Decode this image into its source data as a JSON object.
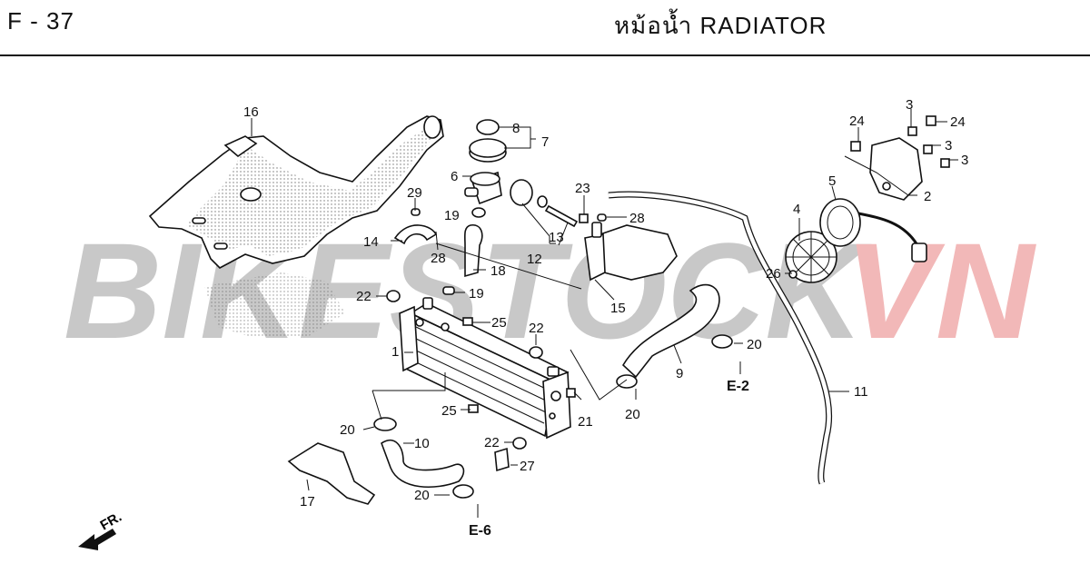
{
  "header": {
    "code": "F - 37",
    "title": "หม้อน้ำ  RADIATOR"
  },
  "watermark": {
    "text_main": "BIKESTOCK",
    "text_accent": "VN",
    "color_main": "#c8c8c8",
    "color_accent": "#f2b8b8"
  },
  "direction_label": "FR.",
  "references": {
    "e2": "E-2",
    "e6": "E-6"
  },
  "callouts": {
    "c1": "1",
    "c2": "2",
    "c3a": "3",
    "c3b": "3",
    "c3c": "3",
    "c4": "4",
    "c5": "5",
    "c6": "6",
    "c7": "7",
    "c8": "8",
    "c9": "9",
    "c10": "10",
    "c11": "11",
    "c12": "12",
    "c13": "13",
    "c14": "14",
    "c15": "15",
    "c16": "16",
    "c17": "17",
    "c18": "18",
    "c19a": "19",
    "c19b": "19",
    "c20a": "20",
    "c20b": "20",
    "c20c": "20",
    "c20d": "20",
    "c21": "21",
    "c22a": "22",
    "c22b": "22",
    "c22c": "22",
    "c23": "23",
    "c24a": "24",
    "c24b": "24",
    "c25a": "25",
    "c25b": "25",
    "c26": "26",
    "c27": "27",
    "c28a": "28",
    "c28b": "28",
    "c29": "29"
  }
}
